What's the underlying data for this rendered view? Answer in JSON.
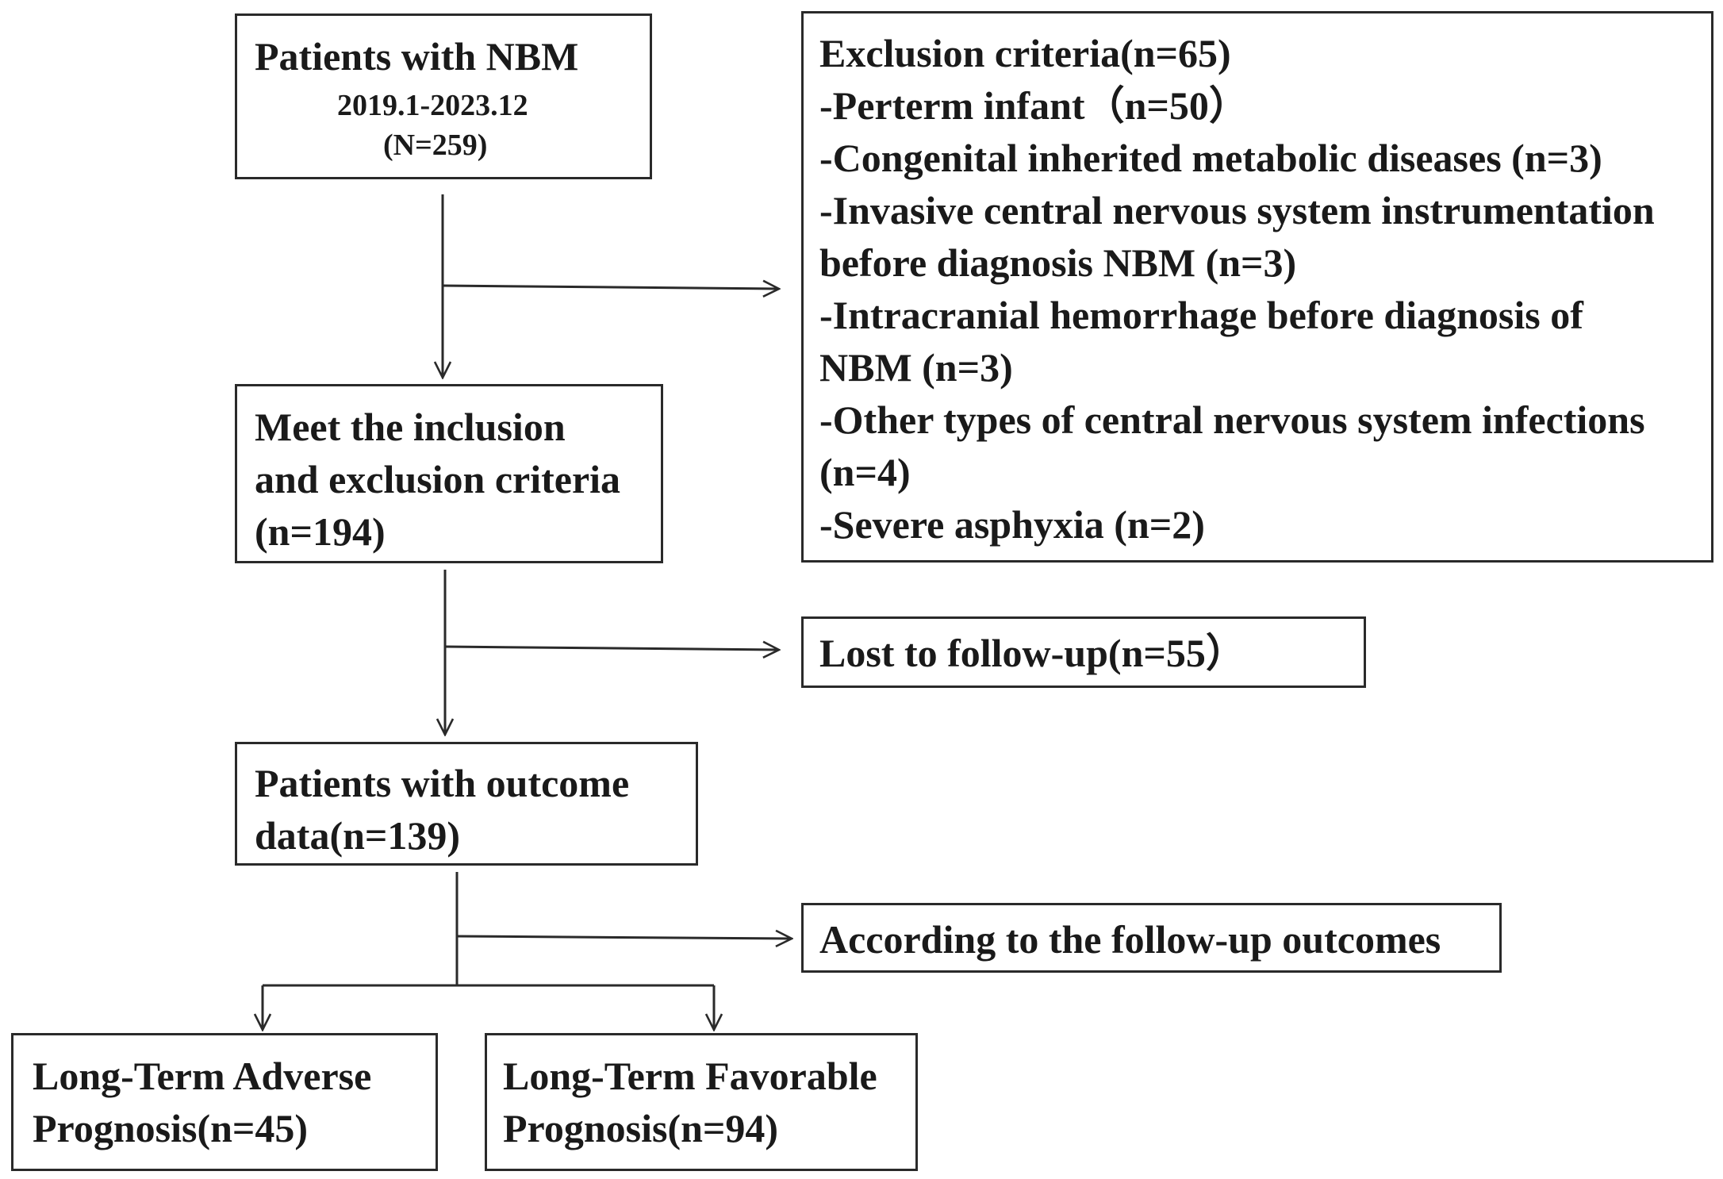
{
  "start_box": {
    "title": "Patients with NBM",
    "period": "2019.1-2023.12",
    "count": "(N=259)"
  },
  "exclusion_box": {
    "lines": [
      "Exclusion criteria(n=65)",
      "-Perterm infant（n=50）",
      "-Congenital inherited metabolic diseases (n=3)",
      "-Invasive central nervous system instrumentation",
      "before diagnosis NBM (n=3)",
      "-Intracranial hemorrhage before diagnosis of",
      "NBM  (n=3)",
      "-Other types of central nervous system infections",
      "(n=4)",
      "-Severe asphyxia (n=2)"
    ]
  },
  "included_box": {
    "lines": [
      "Meet the inclusion",
      "and exclusion criteria",
      "(n=194)"
    ]
  },
  "lost_box": {
    "text": "Lost to follow-up(n=55）"
  },
  "outcome_box": {
    "lines": [
      "Patients with outcome",
      "data(n=139)"
    ]
  },
  "grouping_box": {
    "text": "According to the follow-up outcomes"
  },
  "adverse_box": {
    "lines": [
      "Long-Term Adverse",
      "Prognosis(n=45)"
    ]
  },
  "favorable_box": {
    "lines": [
      "Long-Term Favorable",
      "Prognosis(n=94)"
    ]
  }
}
